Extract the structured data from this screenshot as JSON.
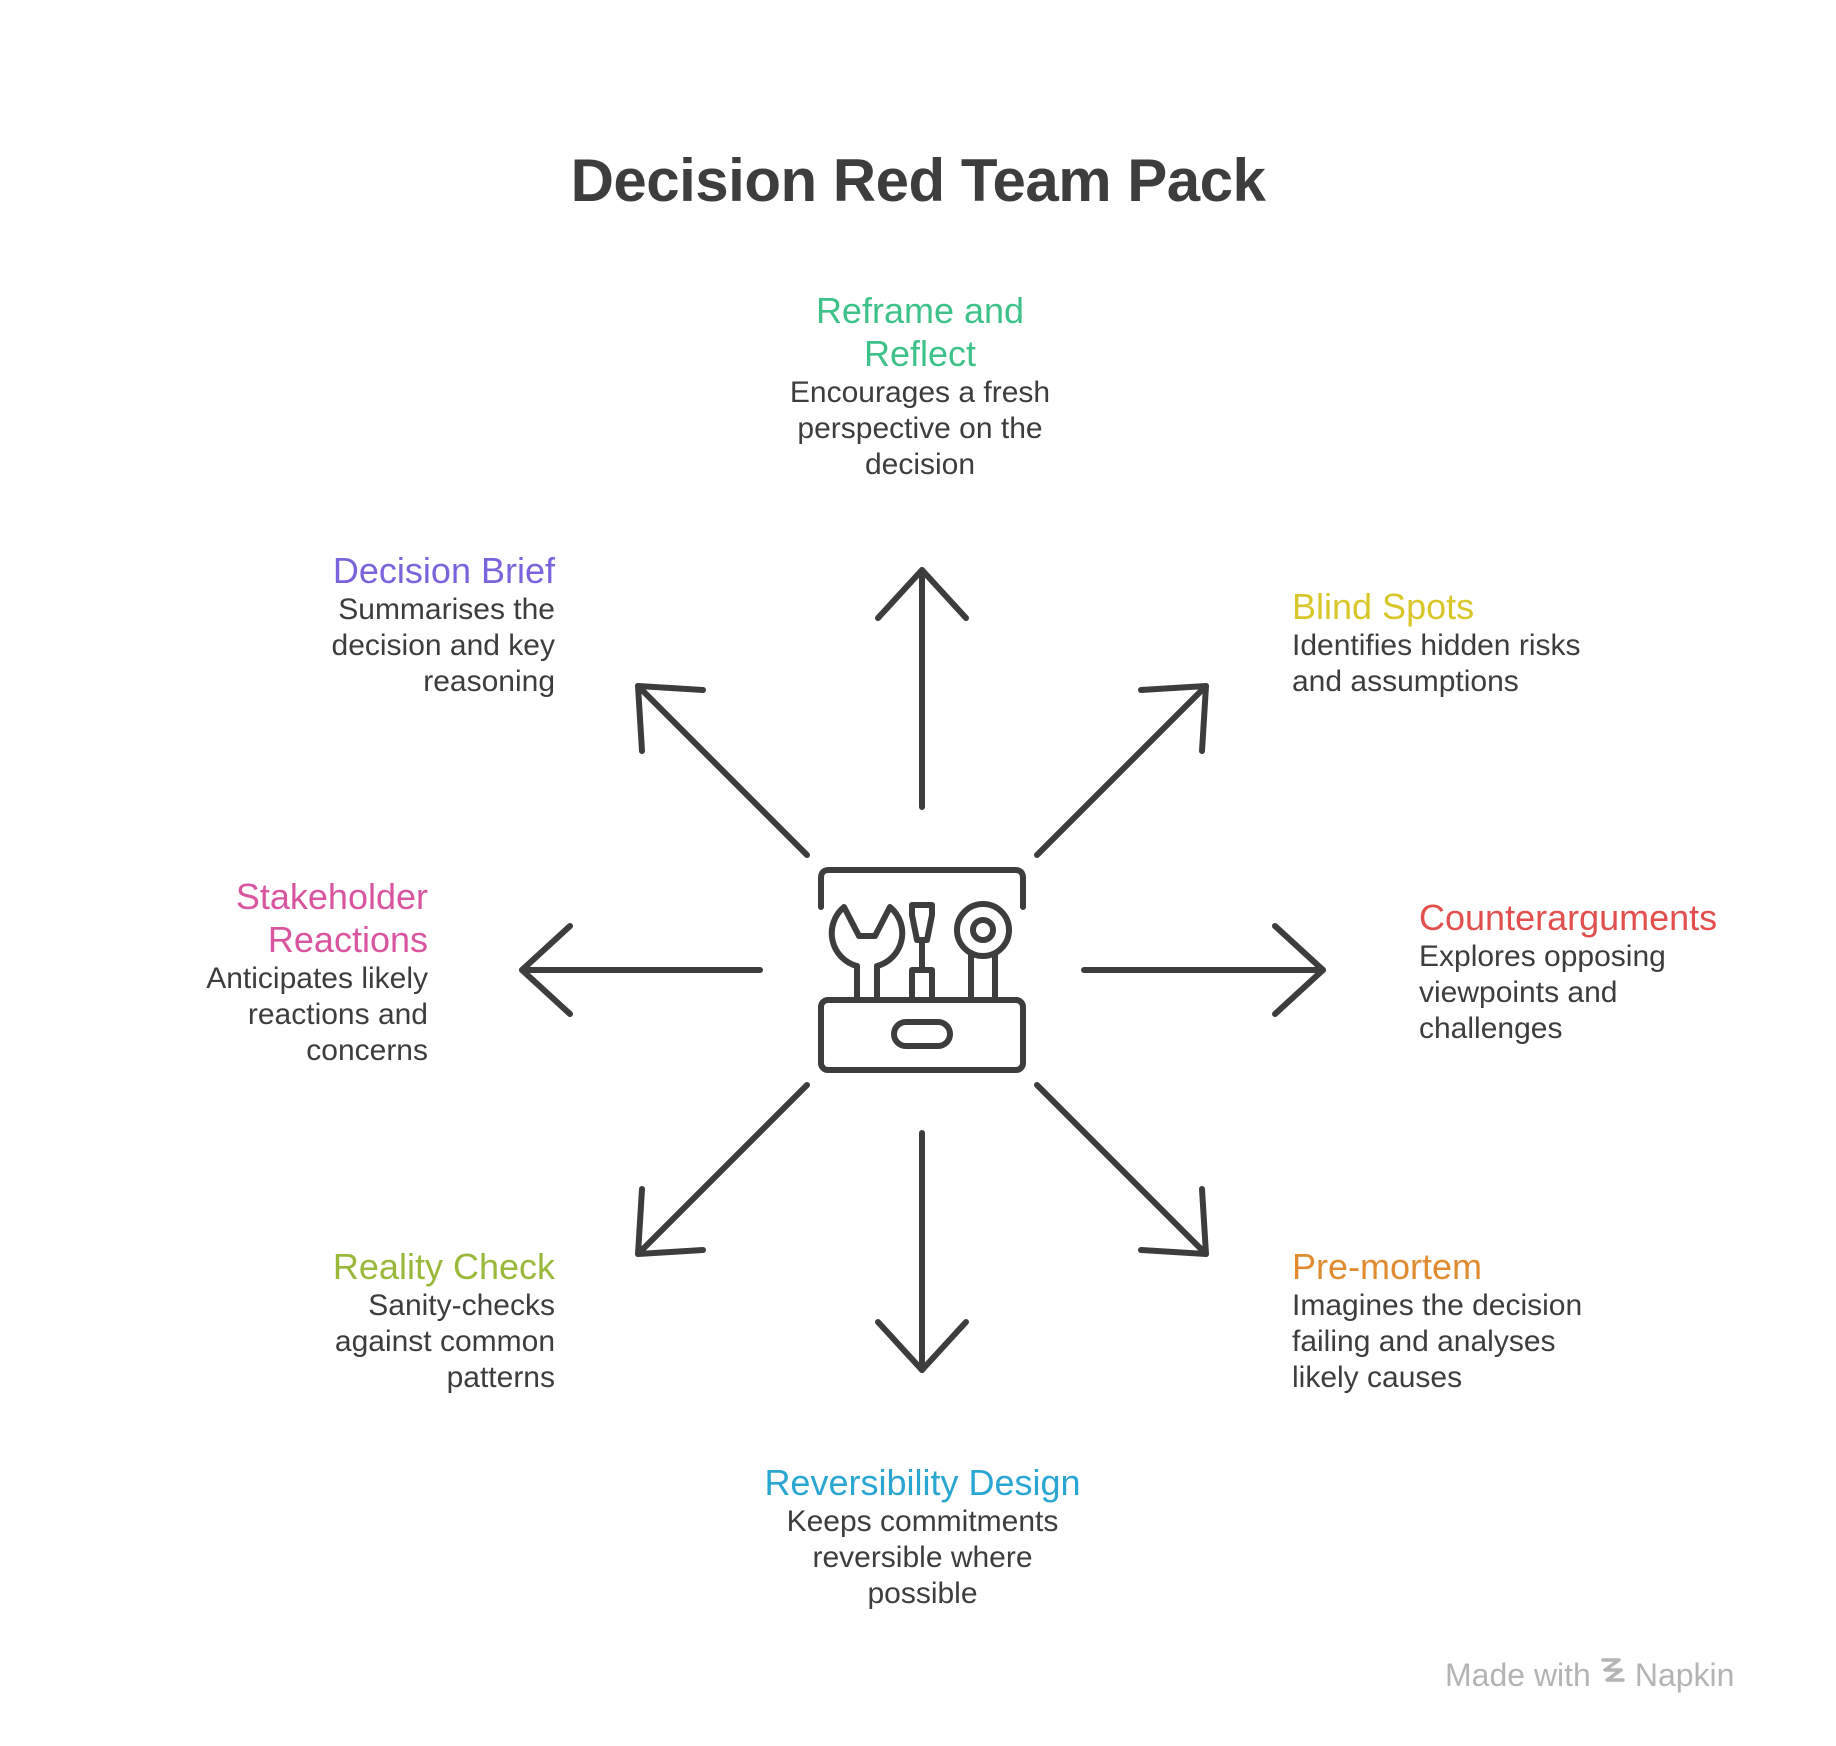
{
  "title": "Decision Red Team Pack",
  "colors": {
    "text": "#3d3d3d",
    "reframe": "#3fc28a",
    "brief": "#7b63dc",
    "blind": "#d9c72a",
    "stake": "#d9559f",
    "counter": "#e2504d",
    "reality": "#9ab93a",
    "premortem": "#e08b2f",
    "revers": "#2aa6d3",
    "brand": "#b4b4b4"
  },
  "center_icon": "toolbox-icon",
  "nodes": {
    "reframe": {
      "title_lines": [
        "Reframe and",
        "Reflect"
      ],
      "desc_lines": [
        "Encourages a fresh",
        "perspective on the",
        "decision"
      ]
    },
    "brief": {
      "title_lines": [
        "Decision Brief"
      ],
      "desc_lines": [
        "Summarises the",
        "decision and key",
        "reasoning"
      ]
    },
    "blind": {
      "title_lines": [
        "Blind Spots"
      ],
      "desc_lines": [
        "Identifies hidden risks",
        "and assumptions"
      ]
    },
    "stake": {
      "title_lines": [
        "Stakeholder",
        "Reactions"
      ],
      "desc_lines": [
        "Anticipates likely",
        "reactions and",
        "concerns"
      ]
    },
    "counter": {
      "title_lines": [
        "Counterarguments"
      ],
      "desc_lines": [
        "Explores opposing",
        "viewpoints and",
        "challenges"
      ]
    },
    "reality": {
      "title_lines": [
        "Reality Check"
      ],
      "desc_lines": [
        "Sanity-checks",
        "against common",
        "patterns"
      ]
    },
    "premortem": {
      "title_lines": [
        "Pre-mortem"
      ],
      "desc_lines": [
        "Imagines the decision",
        "failing and analyses",
        "likely causes"
      ]
    },
    "revers": {
      "title_lines": [
        "Reversibility Design"
      ],
      "desc_lines": [
        "Keeps commitments",
        "reversible where",
        "possible"
      ]
    }
  },
  "footer": {
    "made_with": "Made with",
    "brand_name": "Napkin"
  }
}
